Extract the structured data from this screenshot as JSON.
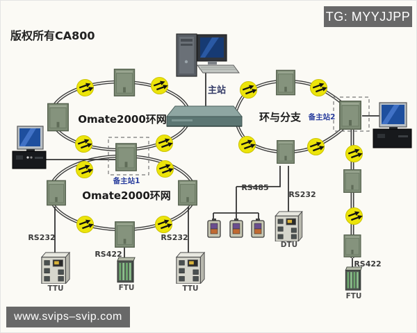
{
  "badges": {
    "tg": "TG: MYYJJPP",
    "site": "www.svips–svip.com"
  },
  "copyright": "版权所有CA800",
  "stations": {
    "master": "主站",
    "backup1": "备主站1",
    "backup2": "备主站2"
  },
  "rings": {
    "upper_left": "Omate2000环网",
    "lower_left": "Omate2000环网",
    "right": "环与分支"
  },
  "links": {
    "rs485": "RS485",
    "rs232_dtu": "RS232",
    "rs232_left": "RS232",
    "rs232_right": "RS232",
    "rs422_bottom": "RS422",
    "rs422_right": "RS422"
  },
  "terminals": {
    "ttu_left": "TTU",
    "ftu_bottom": "FTU",
    "ttu_right": "TTU",
    "dtu": "DTU",
    "ftu_right": "FTU"
  },
  "colors": {
    "node_yellow": "#ece40a",
    "module_green": "#7f8d77",
    "ring_line": "#3c3c3c",
    "station_blue": "#2b3f9e",
    "badge_gray": "#686868"
  }
}
